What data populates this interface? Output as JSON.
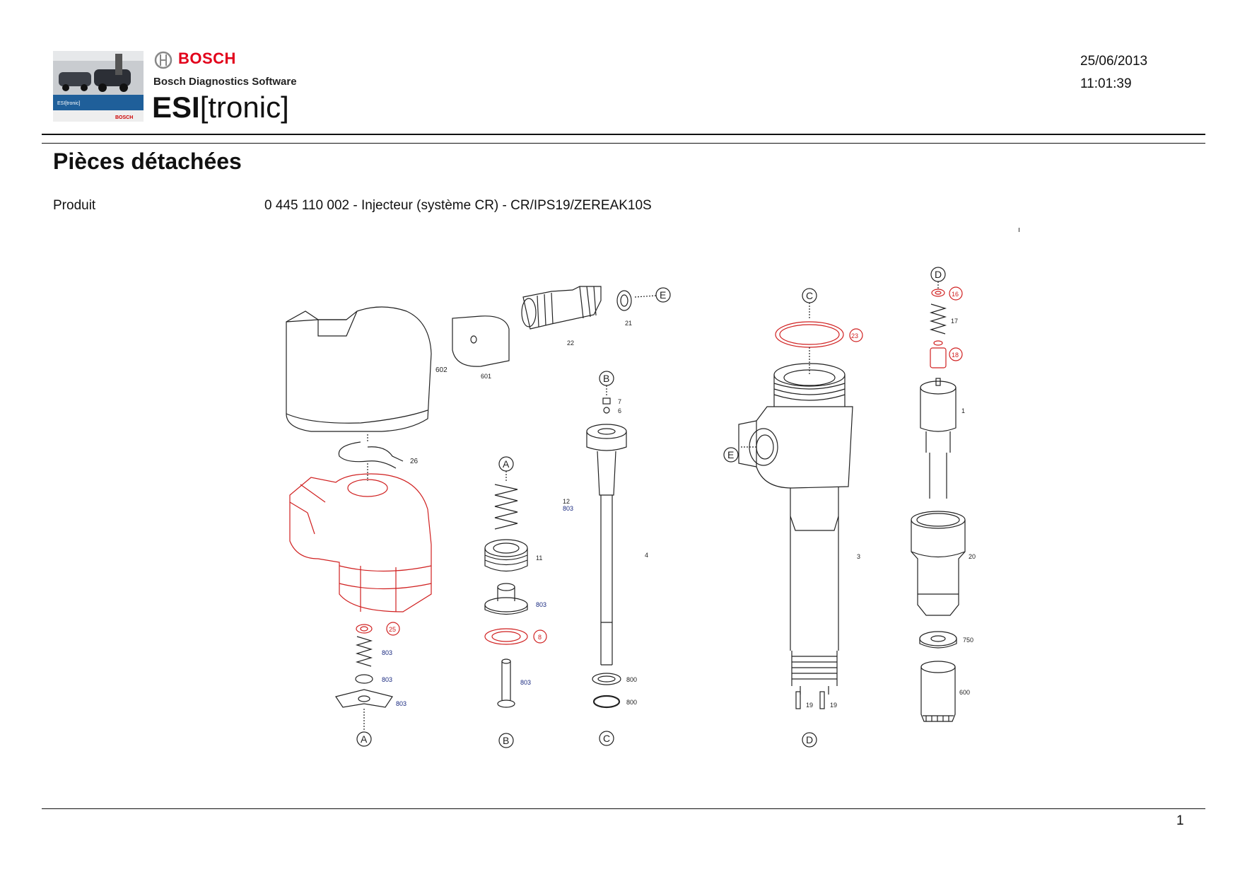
{
  "header": {
    "brand": "BOSCH",
    "software": "Bosch Diagnostics Software",
    "product_name_bold": "ESI",
    "product_name_bracket": "[tronic]",
    "thumb_label": "ESI[tronic]",
    "thumb_brand": "BOSCH",
    "date": "25/06/2013",
    "time": "11:01:39"
  },
  "page": {
    "title": "Pièces détachées",
    "product_label": "Produit",
    "product_value": "0 445 110 002 - Injecteur (système CR) - CR/IPS19/ZEREAK10S"
  },
  "diagram": {
    "colors": {
      "line": "#222222",
      "highlight": "#d02020",
      "ref_blue": "#1a2a80"
    },
    "callouts": {
      "c602": "602",
      "c26": "26",
      "c25": "25",
      "c803a": "803",
      "c803b": "803",
      "c803c": "803",
      "c601": "601",
      "c22": "22",
      "c21": "21",
      "c12": "12",
      "c803d": "803",
      "c11": "11",
      "c803e": "803",
      "c8": "8",
      "c803f": "803",
      "c7": "7",
      "c6": "6",
      "c4": "4",
      "c800a": "800",
      "c800b": "800",
      "c23": "23",
      "c3": "3",
      "c19a": "19",
      "c19b": "19",
      "c16": "16",
      "c17": "17",
      "c18": "18",
      "c1": "1",
      "c20": "20",
      "c750": "750",
      "c600": "600"
    },
    "markers": {
      "A1": "A",
      "A2": "A",
      "B1": "B",
      "B2": "B",
      "C1": "C",
      "C2": "C",
      "D1": "D",
      "D2": "D",
      "E1": "E",
      "E2": "E"
    }
  },
  "footer": {
    "page_number": "1"
  }
}
